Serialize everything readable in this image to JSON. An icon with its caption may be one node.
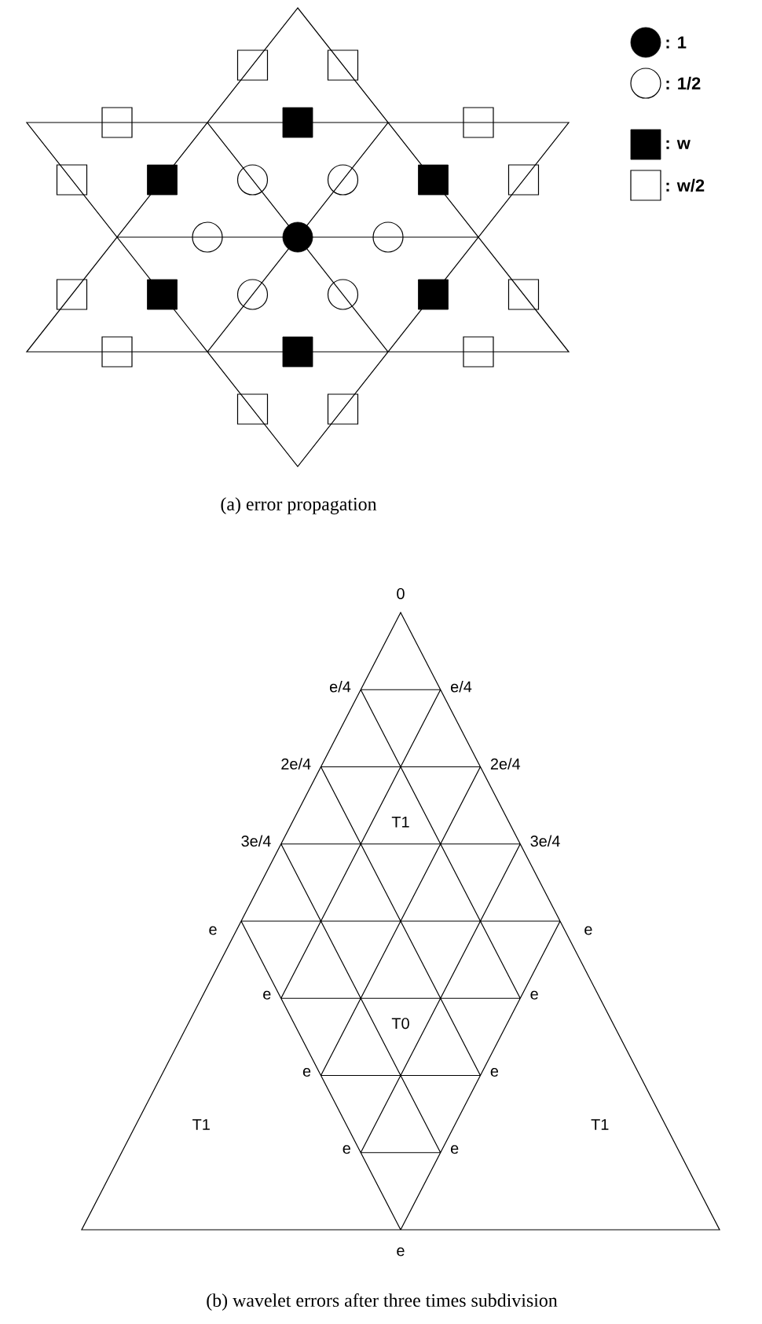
{
  "diagram": {
    "labels": [
      "(a) error propagation",
      "0",
      "e/4",
      "e/4",
      "2e/4",
      "2e/4",
      "T1",
      "3e/4",
      "3e/4",
      "e",
      "e",
      "e",
      "e",
      "T0",
      "e",
      "e",
      "T1",
      "T1",
      "e",
      "e",
      "e",
      "(b) wavelet errors after three times subdivision"
    ],
    "legend": [
      {
        "text": ": 1"
      },
      {
        "text": ": 1/2"
      },
      {
        "text": ": w"
      },
      {
        "text": ": w/2"
      }
    ]
  }
}
